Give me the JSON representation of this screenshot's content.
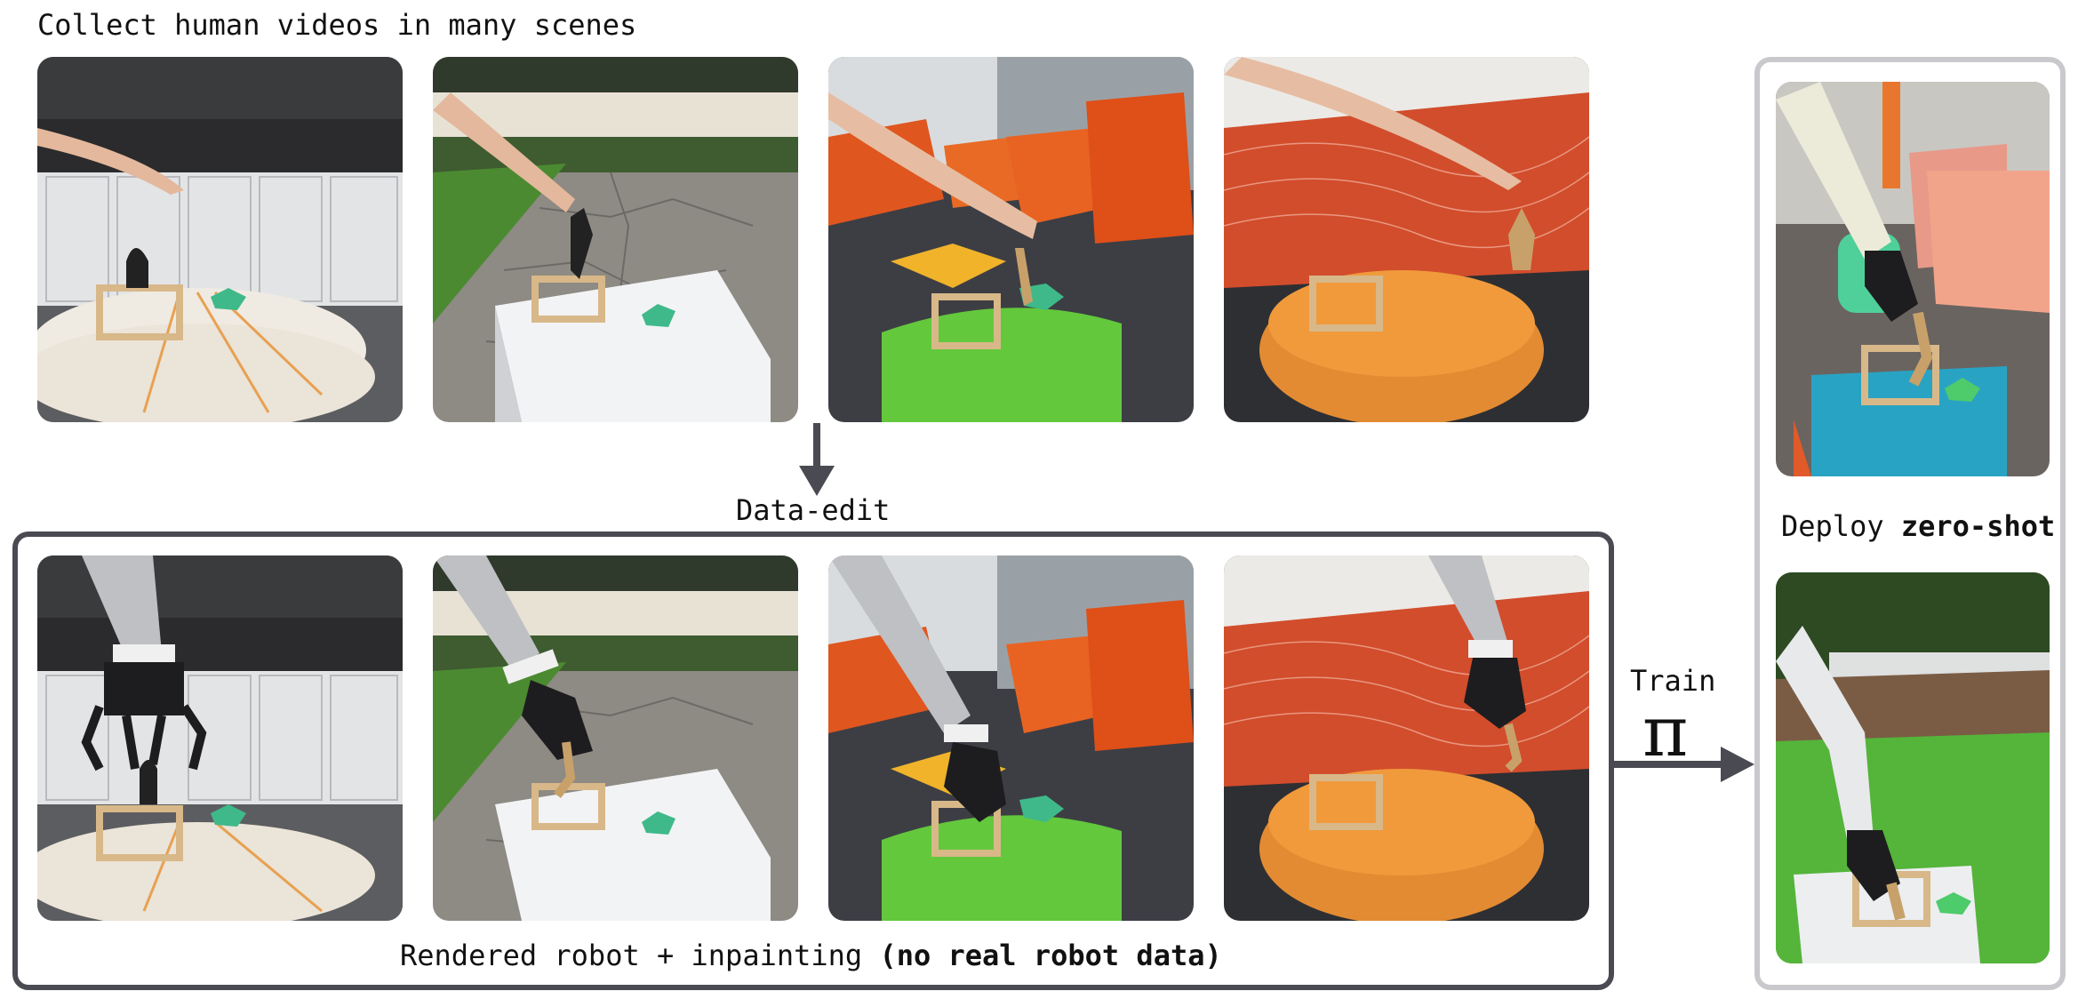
{
  "header": {
    "title": "Collect human videos in many scenes"
  },
  "steps": {
    "data_edit": "Data-edit",
    "train": "Train",
    "policy_symbol": "π"
  },
  "rendered_caption": {
    "prefix": "Rendered robot + inpainting ",
    "emphasis": "(no real robot data)"
  },
  "deploy": {
    "prefix": "Deploy ",
    "emphasis": "zero-shot"
  },
  "scenes": [
    {
      "setting": "kitchen",
      "object_base": "striped ottoman"
    },
    {
      "setting": "outdoor patio",
      "object_base": "white box"
    },
    {
      "setting": "orange chairs lounge",
      "object_base": "green ottoman"
    },
    {
      "setting": "orange sofa lounge",
      "object_base": "orange ottoman"
    }
  ],
  "colors": {
    "box_border": "#4a4a52",
    "deploy_border": "#c9c9cd",
    "arrow": "#4a4a52",
    "crate": "#d8b889",
    "green_paper": "#3fb98a"
  }
}
